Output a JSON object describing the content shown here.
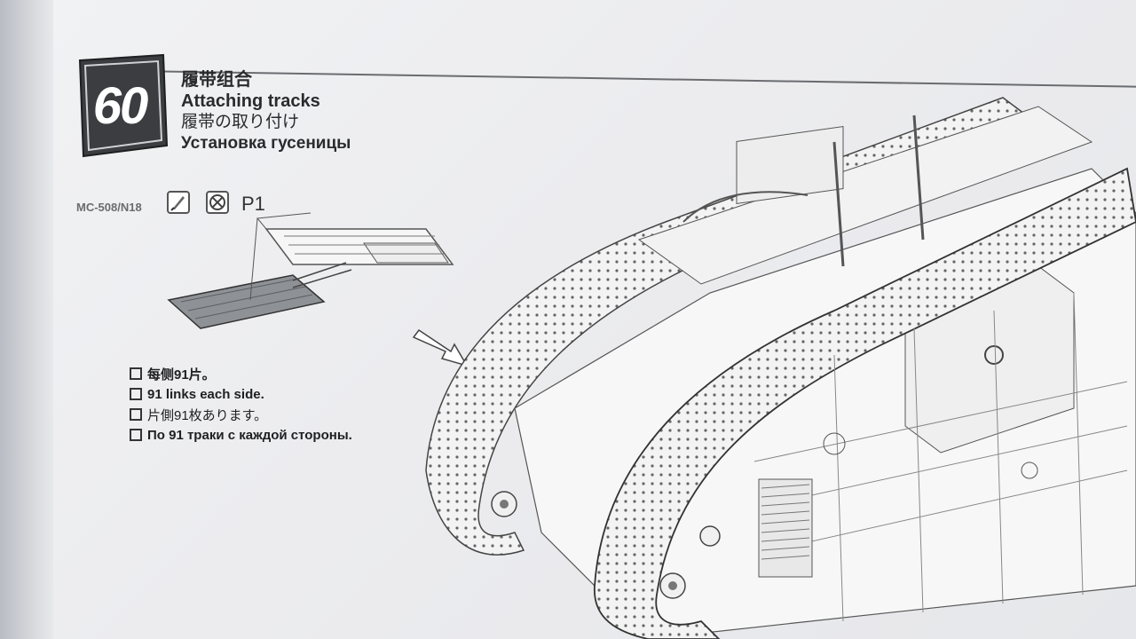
{
  "step": {
    "number": "60",
    "title_cn": "履带组合",
    "title_en": "Attaching tracks",
    "title_jp": "履帯の取り付け",
    "title_ru": "Установка гусеницы"
  },
  "parts": {
    "code": "MC-508/N18",
    "ref": "P1",
    "tool_icons": [
      "hobby-knife-icon",
      "no-cement-icon"
    ]
  },
  "notes": [
    {
      "text": "每侧91片。"
    },
    {
      "text": "91 links each side."
    },
    {
      "text": "片側91枚あります。"
    },
    {
      "text": "По 91 траки с каждой стороны."
    }
  ],
  "colors": {
    "badge": "#3b3d40",
    "ink": "#2a2b2e",
    "sprue_fill": "#8e9195"
  }
}
